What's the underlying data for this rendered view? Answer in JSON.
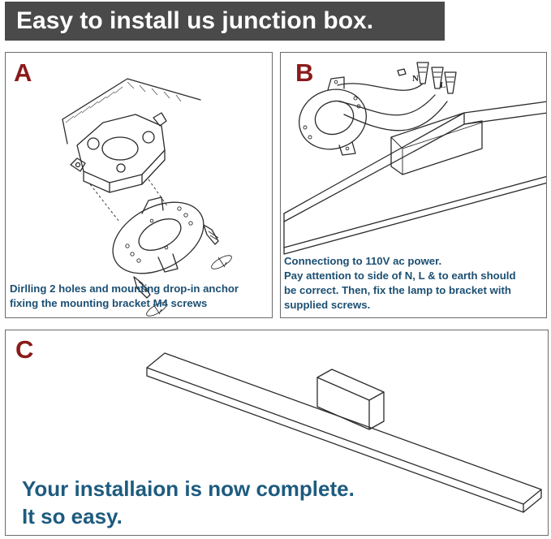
{
  "title": "Easy to install us junction box.",
  "steps": {
    "a": {
      "letter": "A",
      "caption_lines": [
        "Dirlling 2 holes and mounting drop-in anchor",
        "fixing the mounting bracket M4 screws"
      ]
    },
    "b": {
      "letter": "B",
      "caption_lines": [
        "Connectiong to 110V ac power.",
        "Pay attention to side of N, L & to earth should",
        "be correct. Then, fix the lamp to bracket with",
        "supplied screws."
      ],
      "wire_labels": [
        "N",
        "L"
      ]
    },
    "c": {
      "letter": "C",
      "caption_lines": [
        "Your installaion is now complete.",
        "It so easy."
      ]
    }
  },
  "colors": {
    "title_bg": "#4a4a4a",
    "title_text": "#ffffff",
    "step_letter": "#8b1a1a",
    "caption_text": "#1c4f72",
    "panel_border": "#6b6b6b"
  }
}
